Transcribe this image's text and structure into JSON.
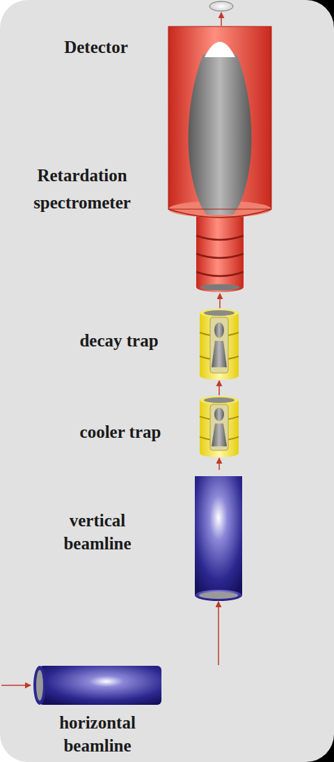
{
  "diagram": {
    "nodes": [
      {
        "text": [
          "Detector"
        ]
      },
      {
        "text": [
          "Retardation spectrometer"
        ]
      },
      {
        "text": [
          "decay trap"
        ]
      },
      {
        "text": [
          "cooler trap"
        ]
      },
      {
        "text": [
          "vertical beamline"
        ]
      },
      {
        "text": [
          "horizontal beamline"
        ]
      }
    ],
    "edges": [
      {
        "from": 5,
        "to": 4,
        "arrow": "to"
      },
      {
        "from": 4,
        "to": 3,
        "arrow": "to"
      },
      {
        "from": 3,
        "to": 2,
        "arrow": "to"
      },
      {
        "from": 2,
        "to": 1,
        "arrow": "to"
      },
      {
        "from": 1,
        "to": 0,
        "arrow": "to"
      }
    ]
  }
}
